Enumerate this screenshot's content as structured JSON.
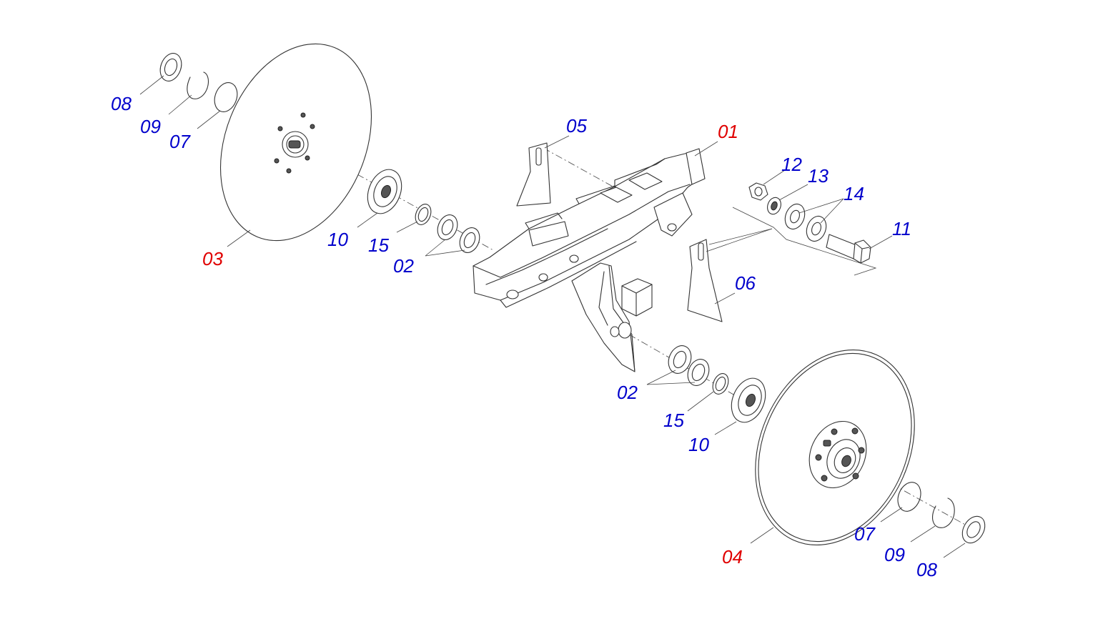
{
  "colors": {
    "assembly_label": "#e00000",
    "part_label": "#0000cc"
  },
  "callouts": {
    "c01": "01",
    "c02a": "02",
    "c02b": "02",
    "c03": "03",
    "c04": "04",
    "c05": "05",
    "c06": "06",
    "c07a": "07",
    "c07b": "07",
    "c08a": "08",
    "c08b": "08",
    "c09a": "09",
    "c09b": "09",
    "c10a": "10",
    "c10b": "10",
    "c11": "11",
    "c12": "12",
    "c13": "13",
    "c14": "14",
    "c15a": "15",
    "c15b": "15"
  }
}
